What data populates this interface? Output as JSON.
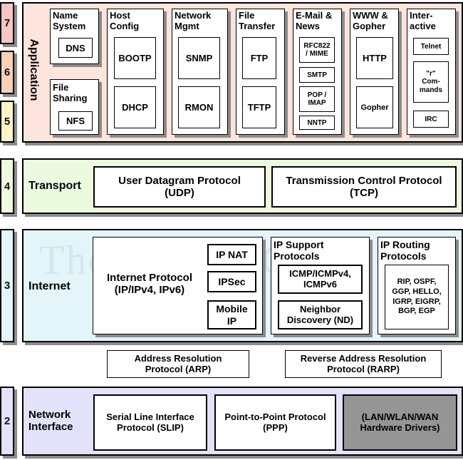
{
  "colors": {
    "application": "#fde4dc",
    "transport": "#ecfae0",
    "internet": "#e3f5f8",
    "network": "#e2e2fb",
    "layer7": "#f8c5c5",
    "layer6": "#f8d0b7",
    "layer5": "#f9f5c8",
    "hardware": "#959595"
  },
  "layers": [
    {
      "num": "7"
    },
    {
      "num": "6"
    },
    {
      "num": "5"
    },
    {
      "num": "4"
    },
    {
      "num": "3"
    },
    {
      "num": "2"
    }
  ],
  "application": {
    "title": "Application",
    "name_system": {
      "title": "Name\nSystem",
      "items": [
        "DNS"
      ]
    },
    "file_sharing": {
      "title": "File\nSharing",
      "items": [
        "NFS"
      ]
    },
    "host_config": {
      "title": "Host\nConfig",
      "items": [
        "BOOTP",
        "DHCP"
      ]
    },
    "network_mgmt": {
      "title": "Network\nMgmt",
      "items": [
        "SNMP",
        "RMON"
      ]
    },
    "file_transfer": {
      "title": "File\nTransfer",
      "items": [
        "FTP",
        "TFTP"
      ]
    },
    "email_news": {
      "title": "E-Mail &\nNews",
      "items": [
        "RFC822\n/ MIME",
        "SMTP",
        "POP /\nIMAP",
        "NNTP"
      ]
    },
    "www_gopher": {
      "title": "WWW &\nGopher",
      "items": [
        "HTTP",
        "Gopher"
      ]
    },
    "interactive": {
      "title": "Inter-\nactive",
      "items": [
        "Telnet",
        "\"r\"\nCom-\nmands",
        "IRC"
      ]
    }
  },
  "transport": {
    "title": "Transport",
    "udp": "User Datagram Protocol\n(UDP)",
    "tcp": "Transmission Control Protocol\n(TCP)"
  },
  "internet": {
    "title": "Internet",
    "watermark": "The TCP/IP Guide",
    "ip": "Internet Protocol\n(IP/IPv4, IPv6)",
    "ip_nat": "IP NAT",
    "ipsec": "IPSec",
    "mobile_ip": "Mobile\nIP",
    "support_title": "IP Support\nProtocols",
    "icmp": "ICMP/ICMPv4,\nICMPv6",
    "nd": "Neighbor\nDiscovery (ND)",
    "routing_title": "IP Routing\nProtocols",
    "routing_list": "RIP, OSPF,\nGGP, HELLO,\nIGRP, EIGRP,\nBGP, EGP"
  },
  "arp": {
    "arp": "Address Resolution\nProtocol (ARP)",
    "rarp": "Reverse Address Resolution\nProtocol (RARP)"
  },
  "network": {
    "title": "Network\nInterface",
    "slip": "Serial Line Interface\nProtocol (SLIP)",
    "ppp": "Point-to-Point Protocol\n(PPP)",
    "drivers": "(LAN/WLAN/WAN\nHardware Drivers)"
  }
}
